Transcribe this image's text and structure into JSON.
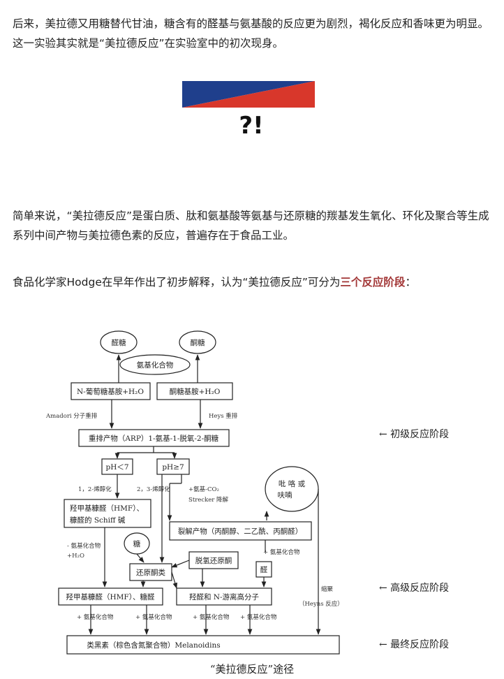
{
  "article": {
    "p1": "后来，美拉德又用糖替代甘油，糖含有的醛基与氨基酸的反应更为剧烈，褐化反应和香味更为明显。这一实验其实就是“美拉德反应”在实验室中的初次现身。",
    "qmark": "?!",
    "p2": "简单来说，“美拉德反应”是蛋白质、肽和氨基酸等氨基与还原糖的羰基发生氧化、环化及聚合等生成系列中间产物与美拉德色素的反应，普遍存在于食品工业。",
    "p3_before": "食品化学家Hodge在早年作出了初步解释，认为“美拉德反应”可分为",
    "p3_highlight": "三个反应阶段",
    "p3_after": "：",
    "caption": "“美拉德反应”途径"
  },
  "colors": {
    "banner_blue": "#1f3f8c",
    "banner_red": "#d8372b",
    "highlight": "#a23636"
  },
  "diagram": {
    "aldose": "醛糖",
    "ketose": "酮糖",
    "amino": "氨基化合物",
    "n_gluco": "N-葡萄糖基胺+H₂O",
    "keto_amine": "酮糖基胺+H₂O",
    "amadori": "Amadori 分子重排",
    "heys": "Heys 重排",
    "arp": "重排产物（ARP）1-氨基-1-脱氧-2-酮糖",
    "ph_low": "pH＜7",
    "ph_high": "pH≥7",
    "enol12": "1，2-烯醇化",
    "enol23": "2，3-烯醇化",
    "co2": "+氨基-CO₂",
    "strecker": "Strecker 降解",
    "pyrrole_a": "吡 咯 或",
    "pyrrole_b": "呋喃",
    "hmf_a": "羟甲基糠醛（HMF）、",
    "hmf_b": "糠醛的 Schiff  碱",
    "sugar": "糖",
    "cleavage": "裂解产物（丙酮醇、二乙酰、丙酮醛）",
    "minus_a": "- 氨基化合物",
    "minus_b": "+H₂O",
    "dehydro": "脱氢还原酮",
    "reductone": "还原酮类",
    "plus_amino": "+ 氨基化合物",
    "aldehyde": "醛",
    "hmf2": "羟甲基糠醛（HMF）、糖醛",
    "aldol": "羟醛和 N-游离高分子",
    "condense_a": "缩聚",
    "condense_b": "（Heyns 反应）",
    "plus1": "+ 氨基化合物",
    "plus2": "+ 氨基化合物",
    "plus3": "+ 氨基化合物",
    "plus4": "+ 氨基化合物",
    "melanoidins": "类黑素（棕色含氮聚合物）Melanoidins",
    "stage1": "←  初级反应阶段",
    "stage2": "←  高级反应阶段",
    "stage3": "←  最终反应阶段"
  }
}
